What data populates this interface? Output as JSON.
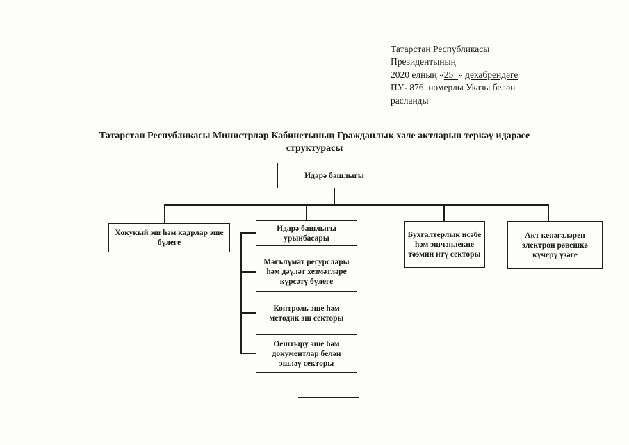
{
  "page": {
    "background_color": "#fdfdfb",
    "ink_color": "#1d1d1d"
  },
  "approval": {
    "line1": "Татарстан Республикасы",
    "line2": "Президентының",
    "line3": {
      "pre": "2020 елның «",
      "day": "25  ",
      "mid": "» ",
      "month": "декабрендәге"
    },
    "line4": {
      "pre": "ПУ-",
      "number": " 876 ",
      "post": " номерлы Указы белән"
    },
    "line5": "расланды"
  },
  "title": "Татарстан Республикасы Министрлар Кабинетының Гражданлык хәле актларын теркәү идарәсе\nструктурасы",
  "org_chart": {
    "type": "org-tree",
    "root": {
      "label": "Идарә башлыгы"
    },
    "children": {
      "legal": {
        "label": "Хокукый эш һәм кадрлар эше\nбүлеге"
      },
      "deputy": {
        "label": "Идарә башлыгы\nурынбасары"
      },
      "accounting": {
        "label": "Бухгалтерлык исәбе\nһәм эшчәнлекне\nтәэмин итү секторы"
      },
      "acts": {
        "label": "Акт кенәгәләрен\nэлектрон рәвешкә\nкүчерү үзәге"
      }
    },
    "deputy_units": {
      "info": {
        "label": "Мәгълүмат ресурслары\nһәм дәүләт хезмәтләре\nкүрсәтү бүлеге"
      },
      "control": {
        "label": "Контроль эше һәм\nметодик эш секторы"
      },
      "organizing": {
        "label": "Оештыру эше һәм\nдокументлар белән\nэшләү секторы"
      }
    }
  }
}
